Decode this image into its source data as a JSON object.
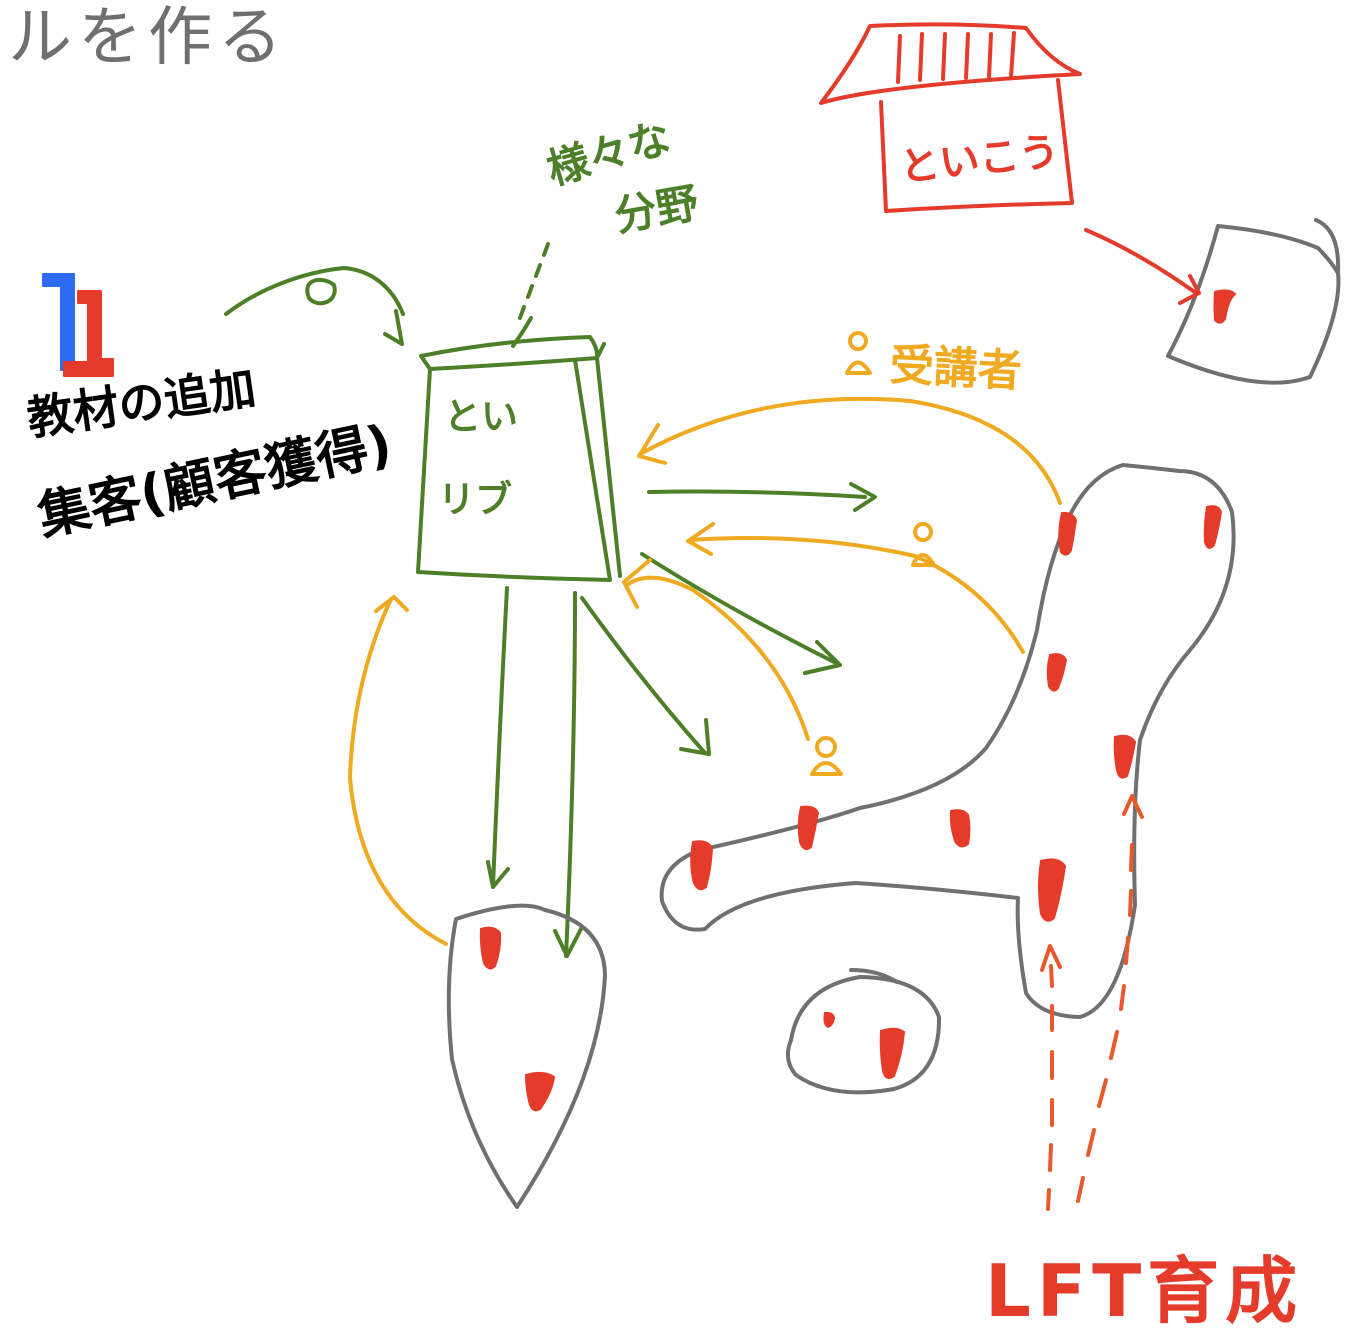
{
  "title": {
    "text": "ルを作る"
  },
  "labels": {
    "various_fields_line1": "様々な",
    "various_fields_line2": "分野",
    "temple_text": "といこう",
    "box_text_line1": "とい",
    "box_text_line2": "リブ",
    "learners": "受講者",
    "add_materials": "教材の追加",
    "collection": "集客(顧客獲得)",
    "lft": "LFT育成"
  },
  "colors": {
    "green": "#4d7f28",
    "red": "#e43b2b",
    "orange": "#f0aa22",
    "gray": "#707070",
    "blue": "#2d6cf2",
    "black": "#000000"
  }
}
